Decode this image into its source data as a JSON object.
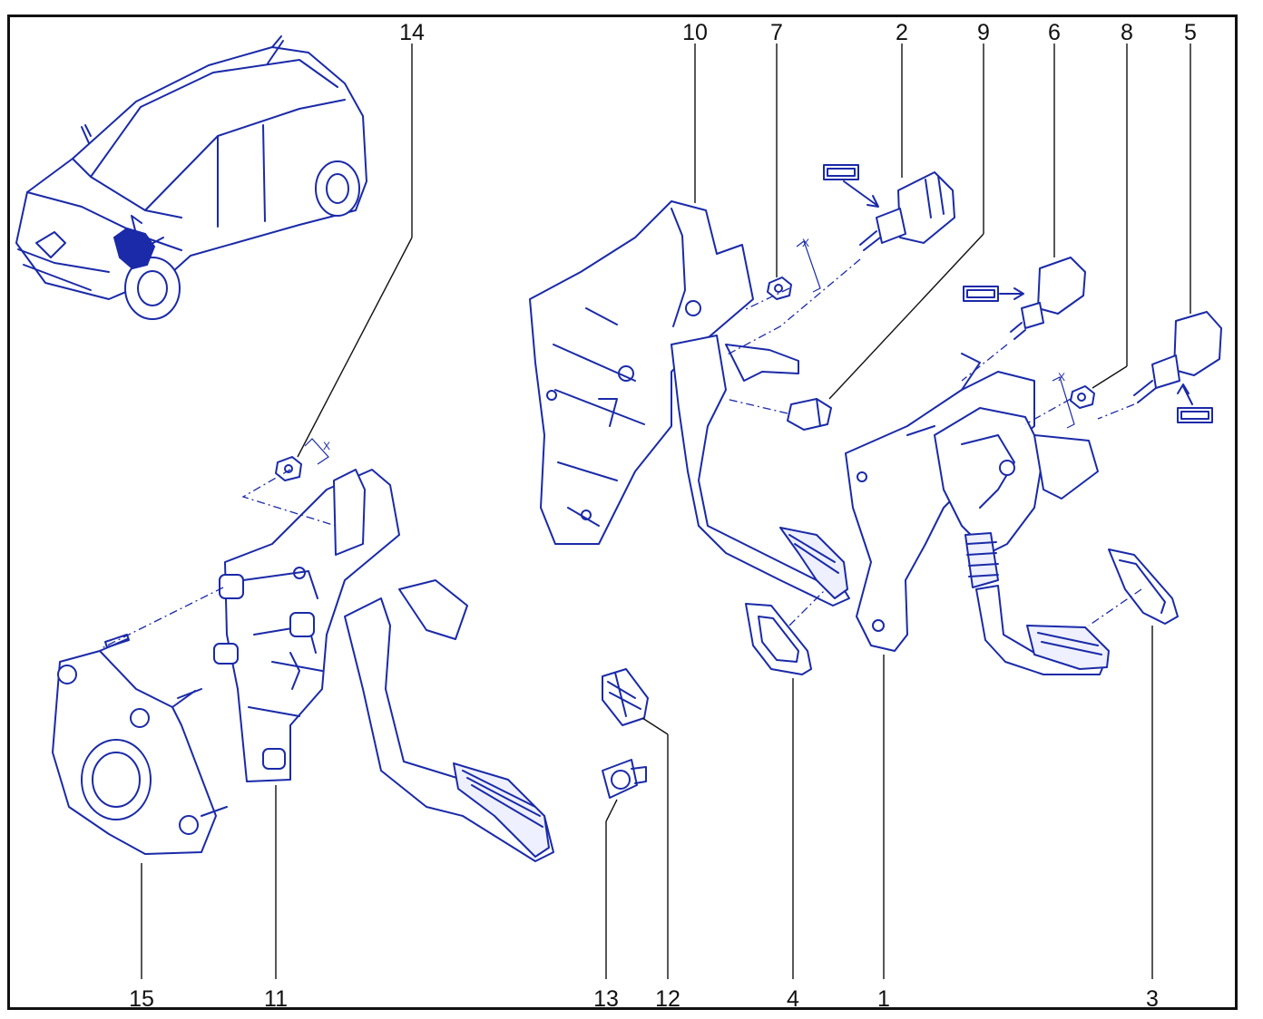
{
  "diagram": {
    "callouts": [
      {
        "id": "14",
        "label": "14"
      },
      {
        "id": "10",
        "label": "10"
      },
      {
        "id": "7",
        "label": "7"
      },
      {
        "id": "2",
        "label": "2"
      },
      {
        "id": "9",
        "label": "9"
      },
      {
        "id": "6",
        "label": "6"
      },
      {
        "id": "8",
        "label": "8"
      },
      {
        "id": "5",
        "label": "5"
      },
      {
        "id": "15",
        "label": "15"
      },
      {
        "id": "11",
        "label": "11"
      },
      {
        "id": "13",
        "label": "13"
      },
      {
        "id": "12",
        "label": "12"
      },
      {
        "id": "4",
        "label": "4"
      },
      {
        "id": "1",
        "label": "1"
      },
      {
        "id": "3",
        "label": "3"
      }
    ],
    "torque_marks": [
      "X",
      "X",
      "X"
    ],
    "line_color": "#1a2aa8",
    "text_color": "#111111"
  }
}
